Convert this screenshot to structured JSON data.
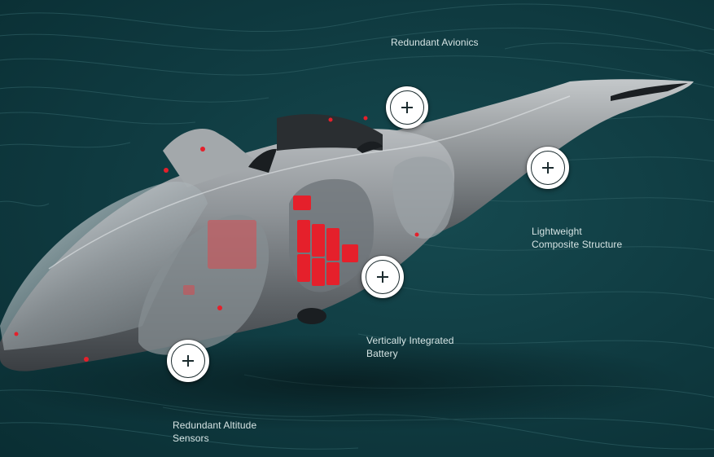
{
  "colors": {
    "background": "#0f3a40",
    "contour_lines": "#2c5d62",
    "accent_red": "#e5202b",
    "hotspot_fill": "#ffffff",
    "label_text": "#d6e4e4"
  },
  "icons": {
    "hotspot": "plus-icon"
  },
  "features": [
    {
      "id": "avionics",
      "lines": [
        "Redundant Avionics"
      ]
    },
    {
      "id": "structure",
      "lines": [
        "Lightweight",
        "Composite Structure"
      ]
    },
    {
      "id": "battery",
      "lines": [
        "Vertically Integrated",
        "Battery"
      ]
    },
    {
      "id": "altitude",
      "lines": [
        "Redundant Altitude",
        "Sensors"
      ]
    }
  ]
}
